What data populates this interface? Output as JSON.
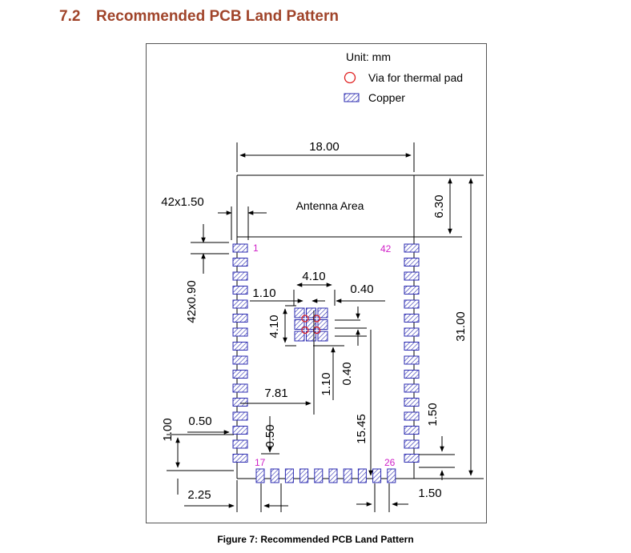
{
  "section": {
    "number": "7.2",
    "title": "Recommended PCB Land Pattern"
  },
  "legend": {
    "unit": "Unit: mm",
    "via": "Via for thermal pad",
    "copper": "Copper"
  },
  "labels": {
    "antenna": "Antenna Area",
    "pin1": "1",
    "pin42": "42",
    "pin17": "17",
    "pin26": "26"
  },
  "dimensions": {
    "width": "18.00",
    "antenna_height": "6.30",
    "total_height": "31.00",
    "pad_width_count": "42x1.50",
    "pad_height_count": "42x0.90",
    "thermal_width": "4.10",
    "thermal_height": "4.10",
    "via_pitch_h": "1.10",
    "via_pitch_v": "1.10",
    "via_dia_h": "0.40",
    "via_dia_v": "0.40",
    "thermal_offset_x": "7.81",
    "thermal_offset_y": "15.45",
    "pad_pitch_side": "1.00",
    "pad_gap_side": "0.50",
    "pad_gap_bottom": "0.50",
    "corner_offset": "2.25",
    "bottom_pad_width": "1.50",
    "right_pad_length": "1.50"
  },
  "caption": "Figure 7: Recommended PCB Land Pattern",
  "colors": {
    "heading": "#a0442a",
    "copper": "#2b2bb0",
    "via": "#e02020",
    "pin_label": "#d020c8"
  }
}
